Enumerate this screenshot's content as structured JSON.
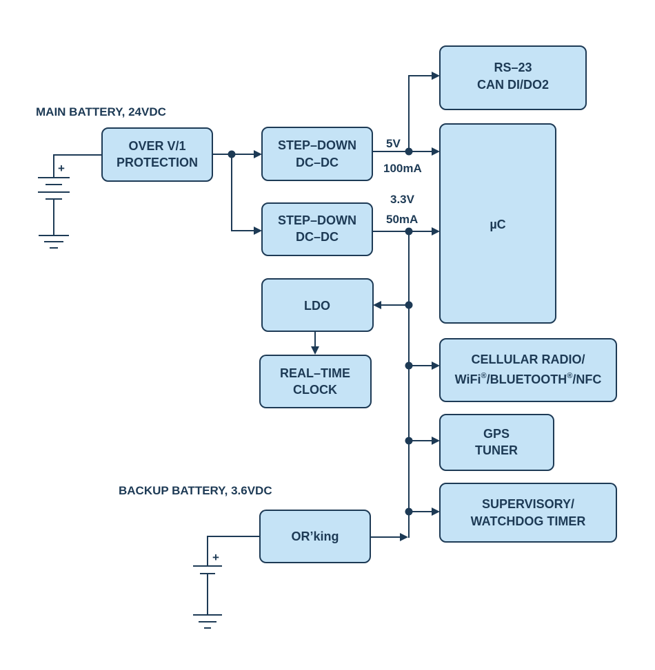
{
  "colors": {
    "block_fill": "#c5e3f6",
    "line": "#1d3a55",
    "background": "#ffffff"
  },
  "labels": {
    "main_battery": "MAIN BATTERY, 24VDC",
    "backup_battery": "BACKUP BATTERY, 3.6VDC",
    "v5": "5V",
    "ma100": "100mA",
    "v33": "3.3V",
    "ma50": "50mA",
    "plus": "+"
  },
  "blocks": {
    "ovp": {
      "line1": "OVER V/1",
      "line2": "PROTECTION"
    },
    "stepdown1": {
      "line1": "STEP–DOWN",
      "line2": "DC–DC"
    },
    "stepdown2": {
      "line1": "STEP–DOWN",
      "line2": "DC–DC"
    },
    "rs": {
      "line1": "RS–23",
      "line2": "CAN DI/DO2"
    },
    "uc": {
      "label": "µC"
    },
    "ldo": {
      "label": "LDO"
    },
    "rtc": {
      "line1": "REAL–TIME",
      "line2": "CLOCK"
    },
    "cell": {
      "line1": "CELLULAR RADIO/",
      "wifi": "WiFi",
      "reg": "®",
      "bt": "/BLUETOOTH",
      "nfc": "/NFC"
    },
    "gps": {
      "line1": "GPS",
      "line2": "TUNER"
    },
    "sup": {
      "line1": "SUPERVISORY/",
      "line2": "WATCHDOG TIMER"
    },
    "orking": {
      "label": "OR’king"
    }
  }
}
